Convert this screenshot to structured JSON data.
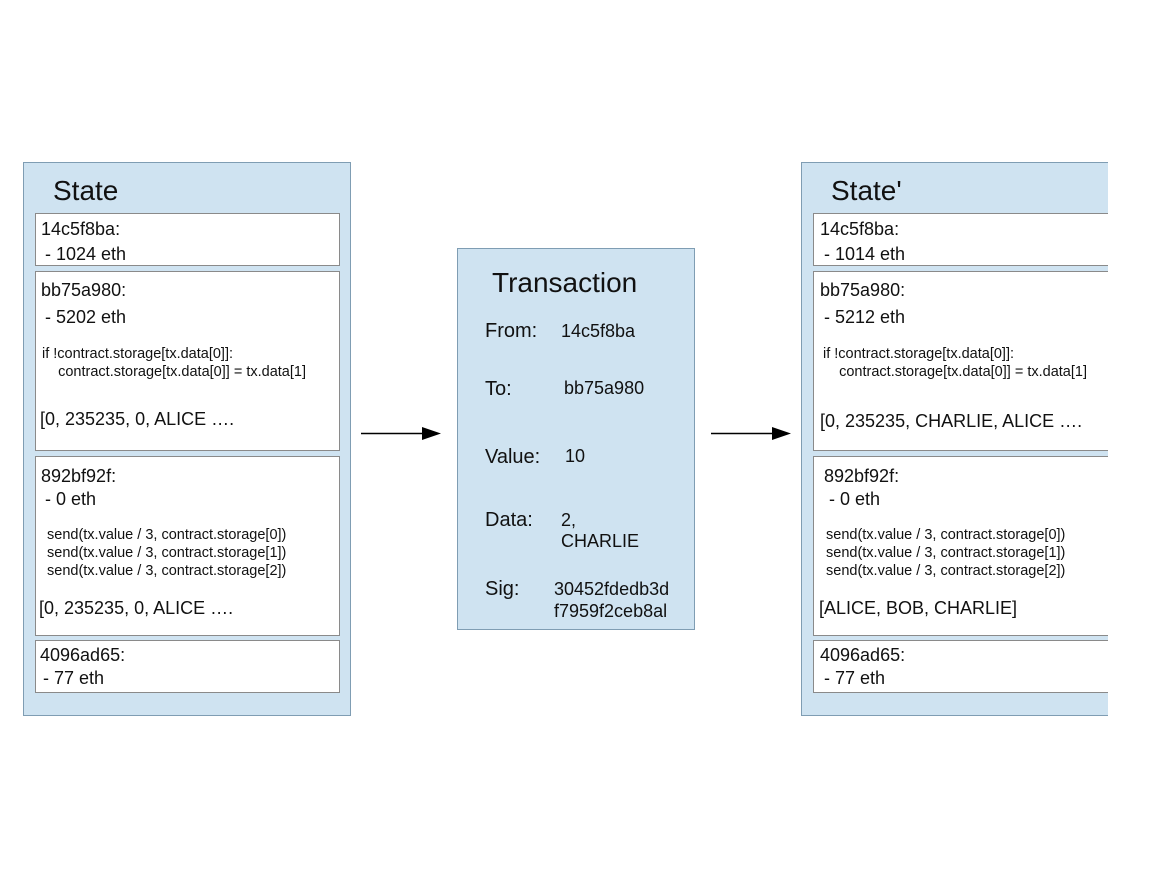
{
  "state": {
    "title": "State",
    "accounts": [
      {
        "address": "14c5f8ba:",
        "balance": "- 1024 eth"
      },
      {
        "address": "bb75a980:",
        "balance": "- 5202 eth",
        "code": [
          "if !contract.storage[tx.data[0]]:",
          "    contract.storage[tx.data[0]] = tx.data[1]"
        ],
        "storage": "[0, 235235, 0, ALICE …."
      },
      {
        "address": "892bf92f:",
        "balance": "- 0 eth",
        "code": [
          "send(tx.value / 3, contract.storage[0])",
          "send(tx.value / 3, contract.storage[1])",
          "send(tx.value / 3, contract.storage[2])"
        ],
        "storage": "[0, 235235, 0, ALICE …."
      },
      {
        "address": "4096ad65:",
        "balance": "- 77 eth"
      }
    ]
  },
  "transaction": {
    "title": "Transaction",
    "from_label": "From:",
    "from_value": "14c5f8ba",
    "to_label": "To:",
    "to_value": "bb75a980",
    "value_label": "Value:",
    "value_value": "10",
    "data_label": "Data:",
    "data_value": [
      "2,",
      "CHARLIE"
    ],
    "sig_label": "Sig:",
    "sig_value": [
      "30452fdedb3d",
      "f7959f2ceb8al"
    ]
  },
  "state_after": {
    "title": "State'",
    "accounts": [
      {
        "address": "14c5f8ba:",
        "balance": "- 1014 eth"
      },
      {
        "address": "bb75a980:",
        "balance": "- 5212 eth",
        "code": [
          "if !contract.storage[tx.data[0]]:",
          "    contract.storage[tx.data[0]] = tx.data[1]"
        ],
        "storage": "[0, 235235, CHARLIE, ALICE …."
      },
      {
        "address": "892bf92f:",
        "balance": "- 0 eth",
        "code": [
          "send(tx.value / 3, contract.storage[0])",
          "send(tx.value / 3, contract.storage[1])",
          "send(tx.value / 3, contract.storage[2])"
        ],
        "storage": "[ALICE, BOB, CHARLIE]"
      },
      {
        "address": "4096ad65:",
        "balance": "- 77 eth"
      }
    ]
  }
}
